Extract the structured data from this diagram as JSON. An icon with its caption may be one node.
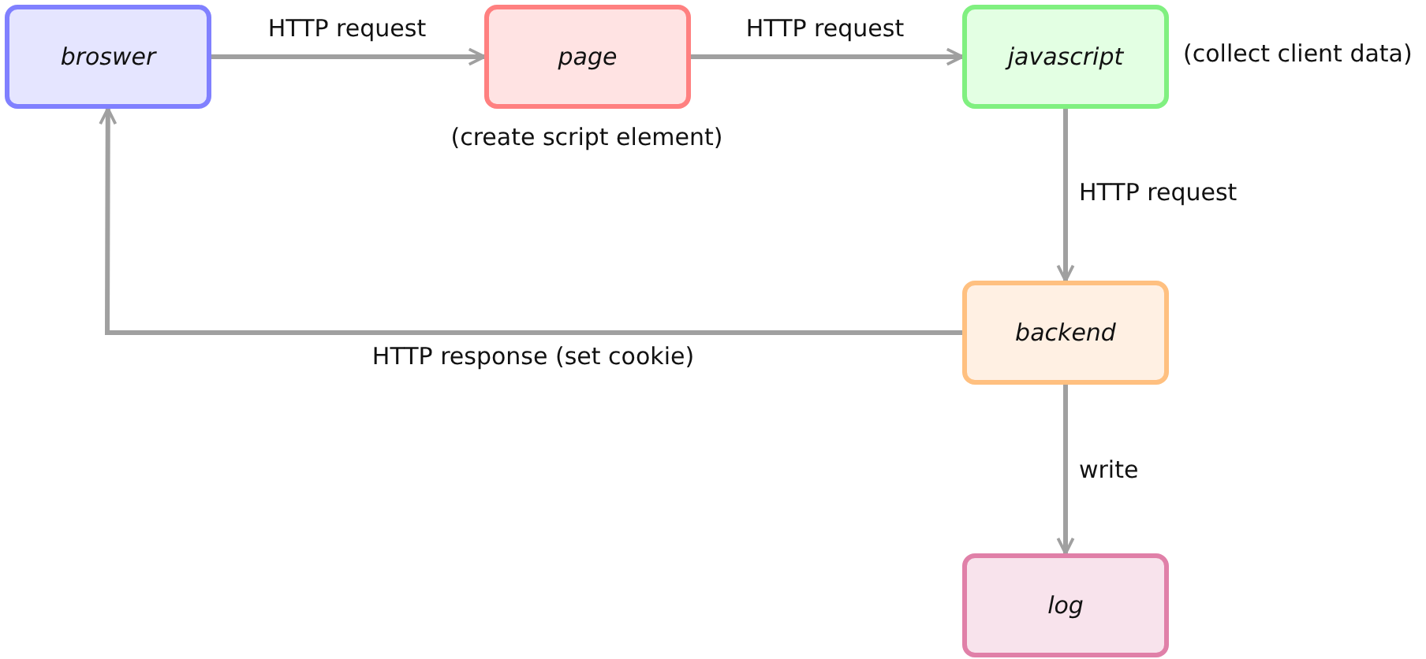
{
  "diagram": {
    "nodes": [
      {
        "text": [
          "broswer"
        ]
      },
      {
        "text": [
          "page"
        ],
        "beside": [
          "(create script element)"
        ]
      },
      {
        "text": [
          "javascript"
        ],
        "beside": [
          "(collect client data)"
        ]
      },
      {
        "text": [
          "backend"
        ]
      },
      {
        "text": [
          "log"
        ]
      }
    ],
    "edges": [
      {
        "from": 0,
        "to": 1,
        "arrow": "to",
        "label": "HTTP request"
      },
      {
        "from": 1,
        "to": 2,
        "arrow": "to",
        "label": "HTTP request"
      },
      {
        "from": 2,
        "to": 3,
        "arrow": "to",
        "label": "HTTP request"
      },
      {
        "from": 3,
        "to": 0,
        "arrow": "to",
        "label": "HTTP response (set cookie)"
      },
      {
        "from": 3,
        "to": 4,
        "arrow": "to",
        "label": "write"
      }
    ]
  }
}
